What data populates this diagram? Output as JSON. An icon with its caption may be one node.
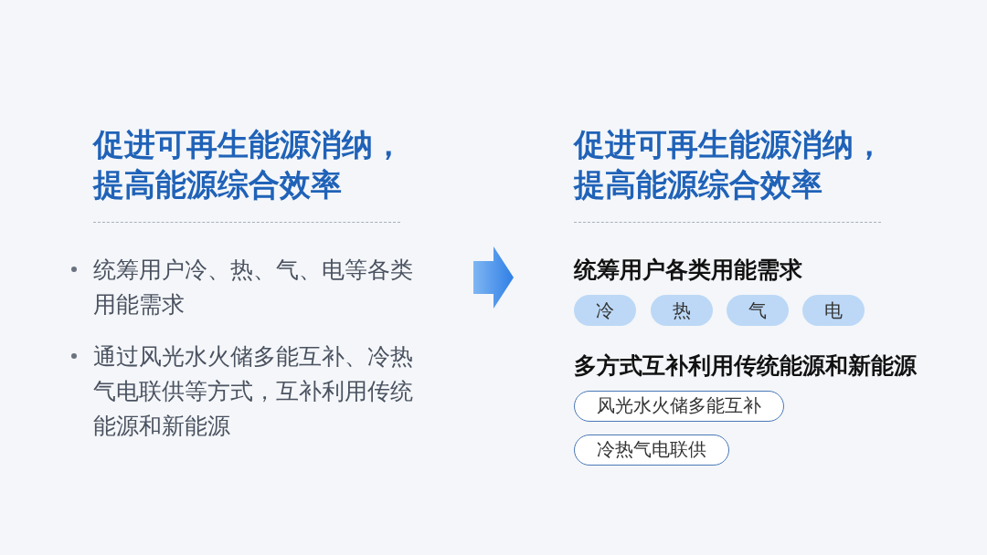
{
  "diagram": {
    "nodes": [
      {
        "text": [
          "促进可再生能源消纳，提高能源综合效率",
          "统筹用户冷、热、气、电等各类用能需求",
          "通过风光水火储多能互补、冷热气电联供等方式，互补利用传统能源和新能源"
        ]
      },
      {
        "text": [
          "促进可再生能源消纳，提高能源综合效率",
          "统筹用户各类用能需求",
          "多方式互补利用传统能源和新能源"
        ]
      },
      {
        "text": [
          "冷"
        ],
        "in": 1
      },
      {
        "text": [
          "热"
        ],
        "in": 1
      },
      {
        "text": [
          "气"
        ],
        "in": 1
      },
      {
        "text": [
          "电"
        ],
        "in": 1
      },
      {
        "text": [
          "风光水火储多能互补"
        ],
        "in": 1
      },
      {
        "text": [
          "冷热气电联供"
        ],
        "in": 1
      }
    ],
    "edges": [
      {
        "from": 0,
        "to": 1,
        "arrow": "to"
      }
    ]
  }
}
